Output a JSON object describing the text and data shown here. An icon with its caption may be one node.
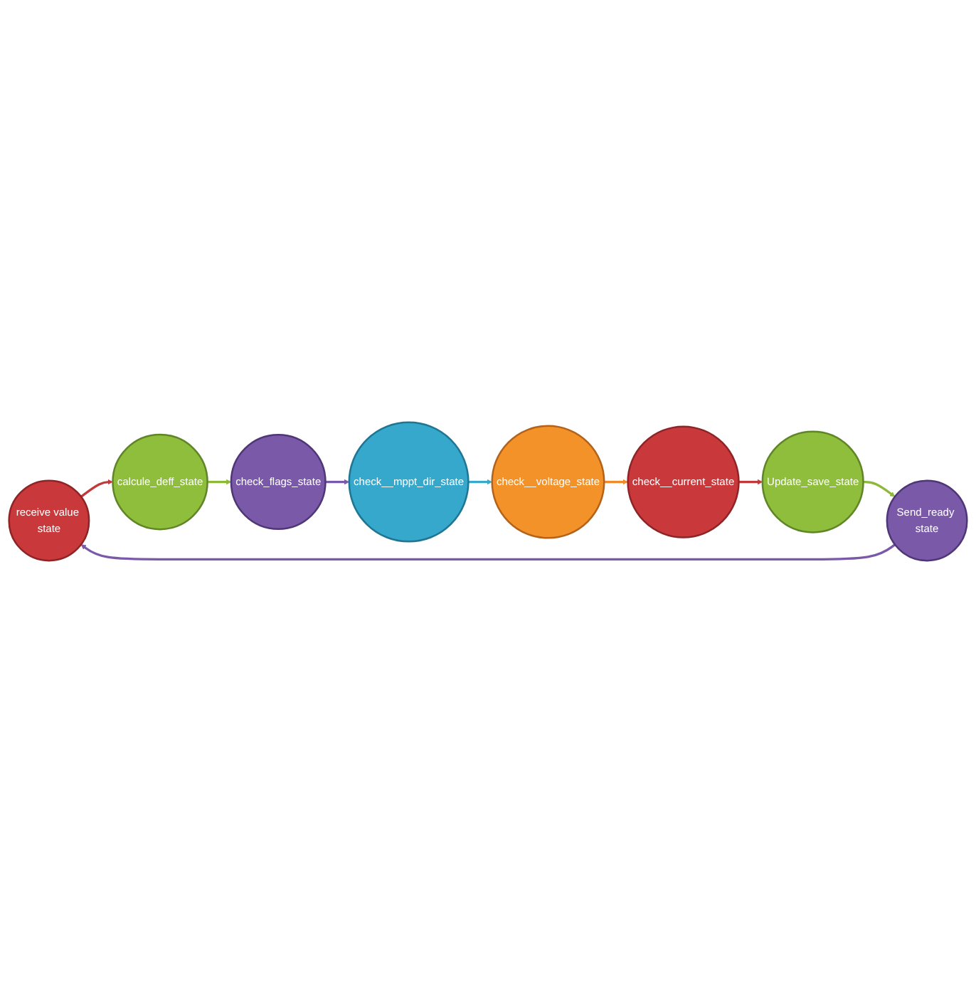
{
  "diagram": {
    "nodes": [
      {
        "text": [
          "receive value state"
        ]
      },
      {
        "text": [
          "calcule_deff_state"
        ]
      },
      {
        "text": [
          "check_flags_state"
        ]
      },
      {
        "text": [
          "check__mppt_dir_state"
        ]
      },
      {
        "text": [
          "check__voltage_state"
        ]
      },
      {
        "text": [
          "check__current_state"
        ]
      },
      {
        "text": [
          "Update_save_state"
        ]
      },
      {
        "text": [
          "Send_ready state"
        ]
      }
    ],
    "edges": [
      {
        "from": 0,
        "to": 1,
        "arrow": "to",
        "color": "#c0393b"
      },
      {
        "from": 1,
        "to": 2,
        "arrow": "to",
        "color": "#8db83a"
      },
      {
        "from": 2,
        "to": 3,
        "arrow": "to",
        "color": "#7a5aa8"
      },
      {
        "from": 3,
        "to": 4,
        "arrow": "to",
        "color": "#3aa9c9"
      },
      {
        "from": 4,
        "to": 5,
        "arrow": "to",
        "color": "#f08a2a"
      },
      {
        "from": 5,
        "to": 6,
        "arrow": "to",
        "color": "#c0393b"
      },
      {
        "from": 6,
        "to": 7,
        "arrow": "to",
        "color": "#8db83a"
      },
      {
        "from": 7,
        "to": 0,
        "arrow": "to",
        "color": "#7a5aa8"
      }
    ]
  }
}
